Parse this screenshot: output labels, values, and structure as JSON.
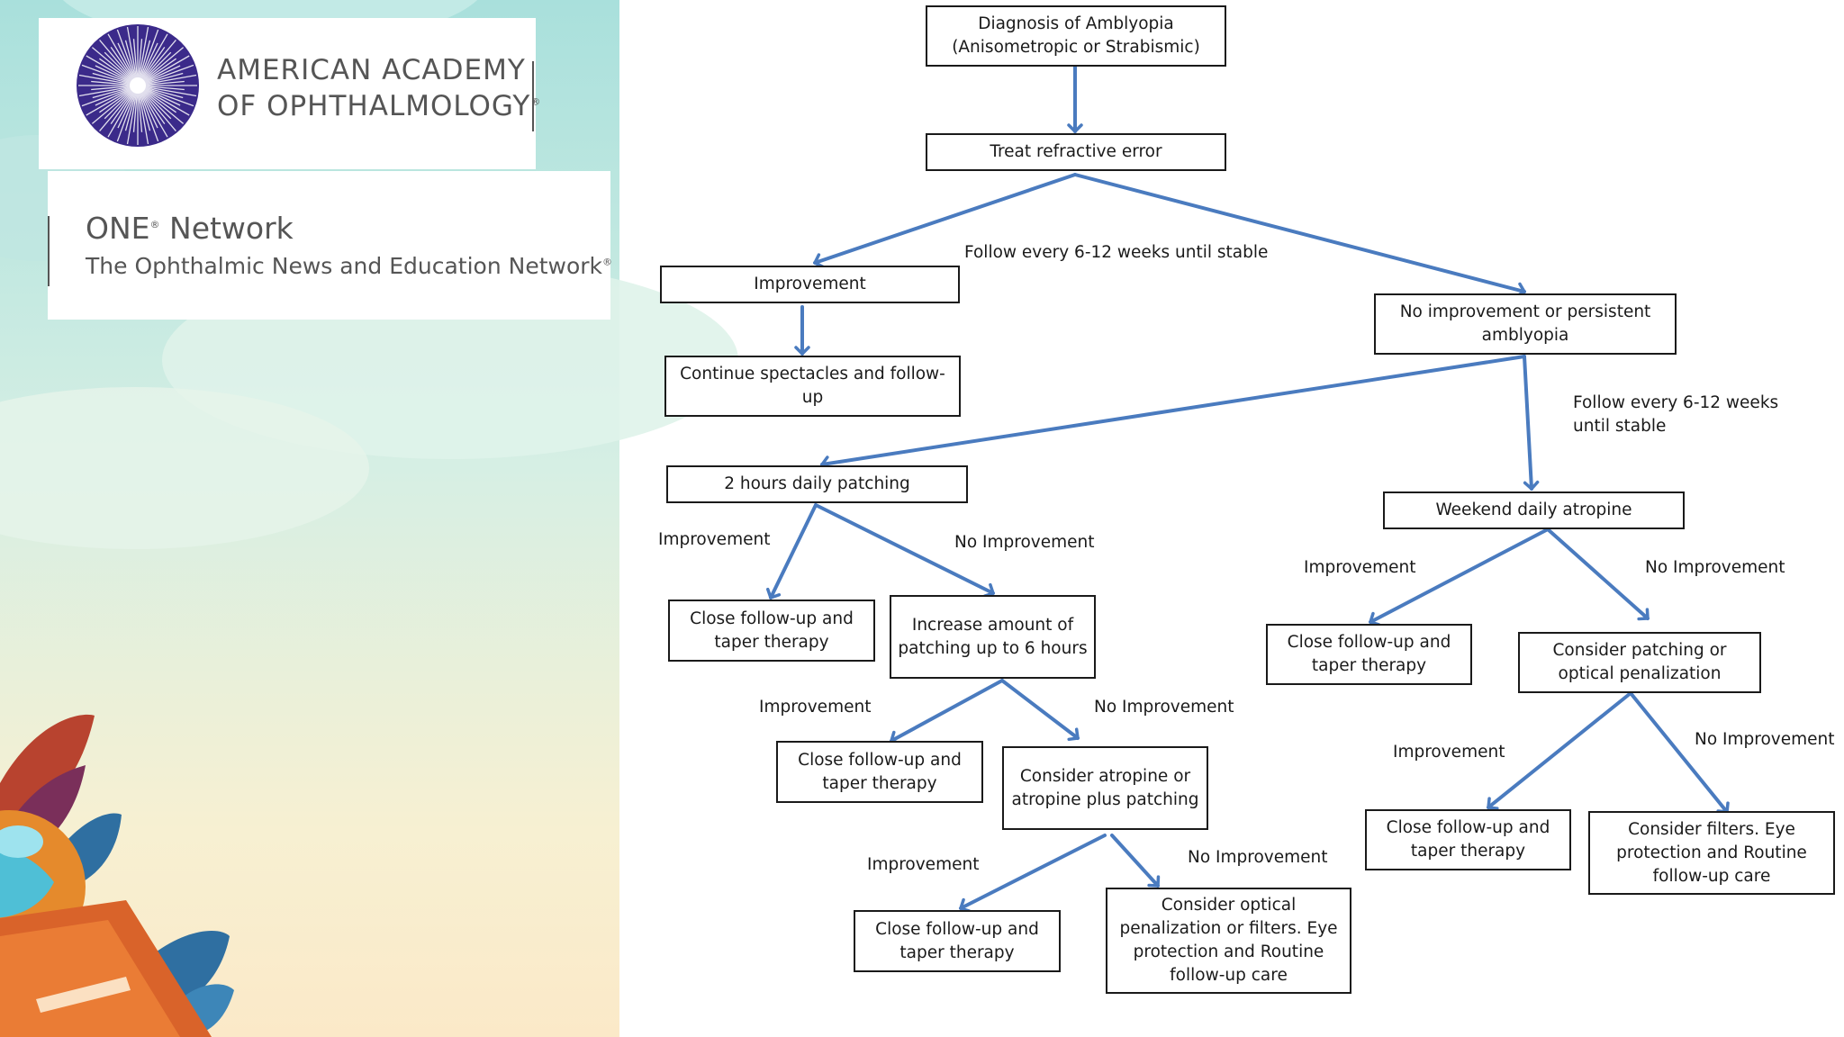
{
  "branding": {
    "aao_line1": "AMERICAN ACADEMY",
    "aao_line2": "OF OPHTHALMOLOGY",
    "reg_mark": "®",
    "one_title": "ONE",
    "one_title_rest": " Network",
    "one_subtitle": "The Ophthalmic News and Education Network"
  },
  "flowchart": {
    "nodes": {
      "diagnosis": "Diagnosis of Amblyopia (Anisometropic or Strabismic)",
      "treat": "Treat refractive error",
      "improvement": "Improvement",
      "no_improvement": "No improvement or persistent amblyopia",
      "continue": "Continue spectacles and follow-up",
      "patching": "2 hours daily patching",
      "atropine": "Weekend daily atropine",
      "close1": "Close follow-up and taper therapy",
      "increase": "Increase amount of patching up to 6 hours",
      "close2": "Close follow-up and taper therapy",
      "consider_patch_optical": "Consider patching or optical penalization",
      "close3": "Close follow-up and taper therapy",
      "consider_atropine": "Consider atropine or atropine plus patching",
      "close4": "Close follow-up and taper therapy",
      "consider_filters": "Consider filters. Eye protection and Routine follow-up care",
      "close5": "Close follow-up and taper therapy",
      "consider_optical": "Consider optical penalization or filters. Eye protection and Routine follow-up care"
    },
    "edge_labels": {
      "follow1": "Follow every 6-12 weeks until stable",
      "follow2_l1": "Follow every 6-12 weeks",
      "follow2_l2": "until stable",
      "imp_patching": "Improvement",
      "noimp_patching": "No Improvement",
      "imp_atropine": "Improvement",
      "noimp_atropine": "No Improvement",
      "imp_increase": "Improvement",
      "noimp_increase": "No Improvement",
      "imp_cpo": "Improvement",
      "noimp_cpo": "No Improvement",
      "imp_catr": "Improvement",
      "noimp_catr": "No Improvement"
    },
    "arrow_color": "#4a7bbf"
  }
}
